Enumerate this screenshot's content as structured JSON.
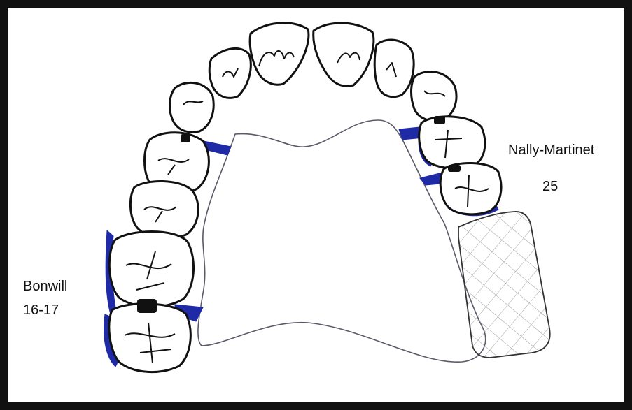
{
  "diagram": {
    "colors": {
      "frame": "#111111",
      "outline": "#111111",
      "clasp": "#1f2aa6",
      "mesh": "#9a9a9a"
    },
    "labels": {
      "bonwill_name": "Bonwill",
      "bonwill_range": "16-17",
      "nally_name": "Nally-Martinet",
      "nally_number": "25"
    },
    "icons": [
      "tooth-icon",
      "clasp-icon",
      "mesh-saddle-icon"
    ]
  }
}
